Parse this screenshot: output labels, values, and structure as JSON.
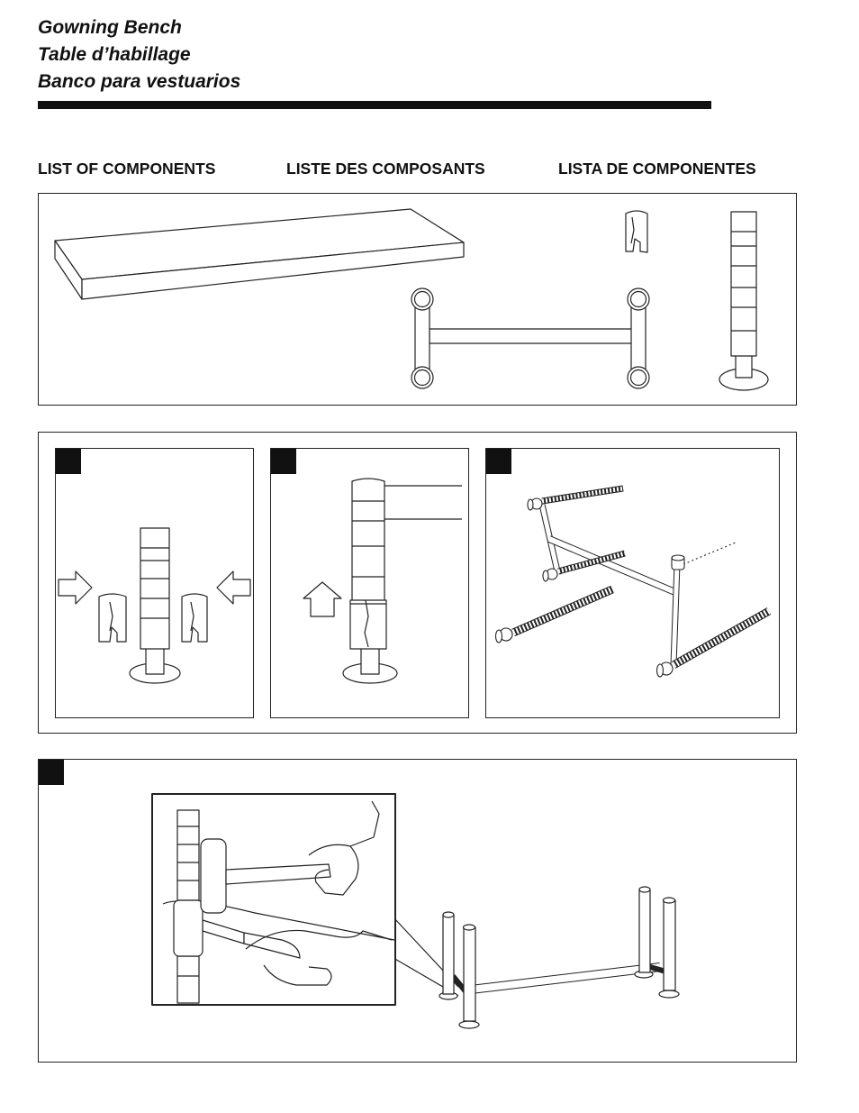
{
  "titles": {
    "en": "Gowning Bench",
    "fr": "Table d’habillage",
    "es": "Banco para vestuarios"
  },
  "components_headers": {
    "en": "LIST OF COMPONENTS",
    "fr": "LISTE DES COMPOSANTS",
    "es": "LISTA DE COMPONENTES"
  },
  "icons": {
    "bench_top": "bench-top-illustration",
    "split_sleeve": "split-sleeve-illustration",
    "post": "post-with-foot-illustration",
    "frame": "end-frame-illustration",
    "arrow_right": "arrow-right-icon",
    "arrow_left": "arrow-left-icon",
    "arrow_up": "arrow-up-icon",
    "mallet": "mallet-illustration"
  },
  "colors": {
    "ink": "#111111",
    "paper": "#ffffff"
  }
}
